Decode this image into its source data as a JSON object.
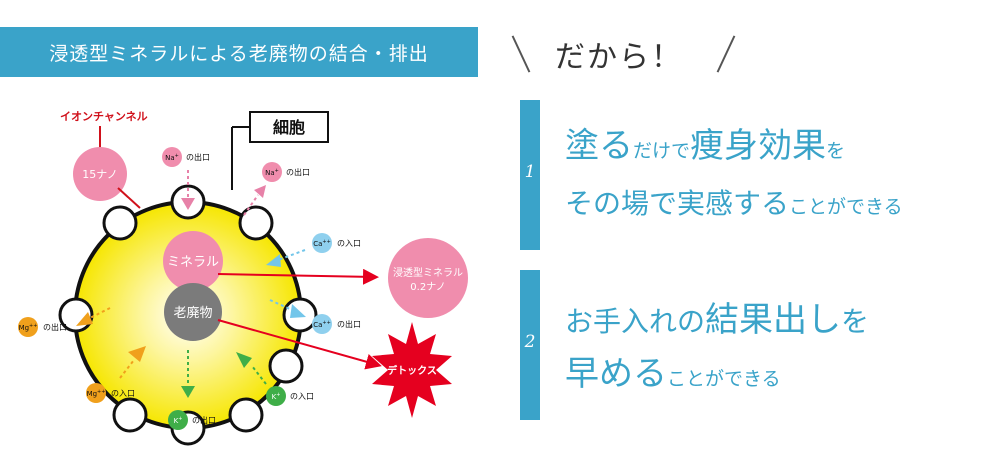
{
  "header": {
    "title": "浸透型ミネラルによる老廃物の結合・排出"
  },
  "dakara": {
    "text": "だから！"
  },
  "diagram": {
    "ion_channel_label": "イオンチャンネル",
    "channel_size": "15ナノ",
    "cell_label": "細胞",
    "mineral_label": "ミネラル",
    "waste_label": "老廃物",
    "permeable_mineral": "浸透型ミネラル",
    "permeable_size": "0.2ナノ",
    "detox_label": "デトックス",
    "ions": [
      {
        "ion": "Na",
        "charge": "+",
        "text": "の出口"
      },
      {
        "ion": "Na",
        "charge": "+",
        "text": "の出口"
      },
      {
        "ion": "Ca",
        "charge": "++",
        "text": "の入口"
      },
      {
        "ion": "Ca",
        "charge": "++",
        "text": "の出口"
      },
      {
        "ion": "Mg",
        "charge": "++",
        "text": "の出口"
      },
      {
        "ion": "Mg",
        "charge": "++",
        "text": "の入口"
      },
      {
        "ion": "K",
        "charge": "+",
        "text": "の出口"
      },
      {
        "ion": "K",
        "charge": "+",
        "text": "の入口"
      }
    ],
    "colors": {
      "na": "#e781a8",
      "ca": "#73c6ea",
      "mg": "#f0a01c",
      "k": "#3fae48",
      "mineral": "#f08dad",
      "waste": "#808080",
      "detox": "#e5001f",
      "channel": "#d0111b"
    }
  },
  "points": [
    {
      "number": "1",
      "line1": {
        "big1": "塗る",
        "small1": "だけで",
        "big2": "痩身効果",
        "small2": "を"
      },
      "line2": {
        "mid1": "その場で実感する",
        "small1": "ことができる"
      }
    },
    {
      "number": "2",
      "line1": {
        "mid1": "お手入れの",
        "big1": "結果出し",
        "mid2": "を"
      },
      "line2": {
        "big1": "早める",
        "small1": "ことができる"
      }
    }
  ]
}
